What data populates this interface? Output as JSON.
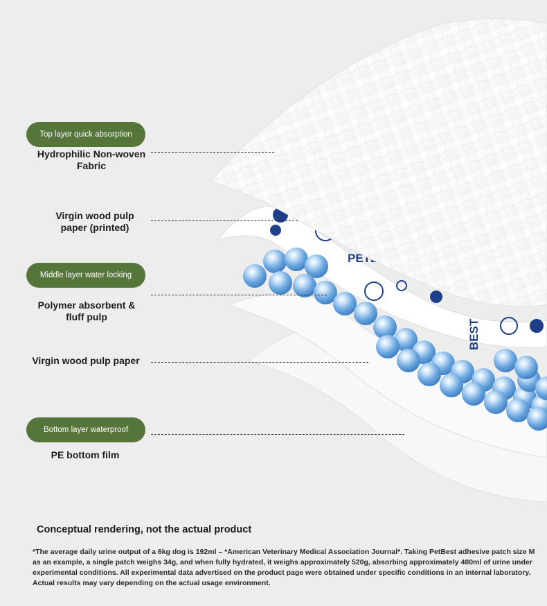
{
  "sections": [
    {
      "badge": "Top layer quick absorption",
      "label": "Hydrophilic Non-woven Fabric"
    },
    {
      "badge": "",
      "label": "Virgin wood pulp paper (printed)"
    },
    {
      "badge": "Middle layer water locking",
      "label": "Polymer absorbent & fluff pulp"
    },
    {
      "badge": "",
      "label": "Virgin wood pulp paper"
    },
    {
      "badge": "Bottom layer waterproof",
      "label": "PE bottom film"
    }
  ],
  "print_text": {
    "brand_horizontal": "PETB",
    "brand_vertical": "BEST"
  },
  "disclaimer": "Conceptual rendering, not the actual product",
  "footnote": "*The average daily urine output of a 6kg dog is 192ml – *American Veterinary Medical Association Journal*. Taking PetBest adhesive patch size M as an example, a single patch weighs 34g, and when fully hydrated, it weighs approximately 520g, absorbing approximately 480ml of urine under experimental conditions. All experimental data advertised on the product page were obtained under specific conditions in an internal laboratory. Actual results may vary depending on the actual usage environment.",
  "colors": {
    "badge": "#55753a",
    "print": "#1f3f8a",
    "bead": "#6aa6df"
  }
}
